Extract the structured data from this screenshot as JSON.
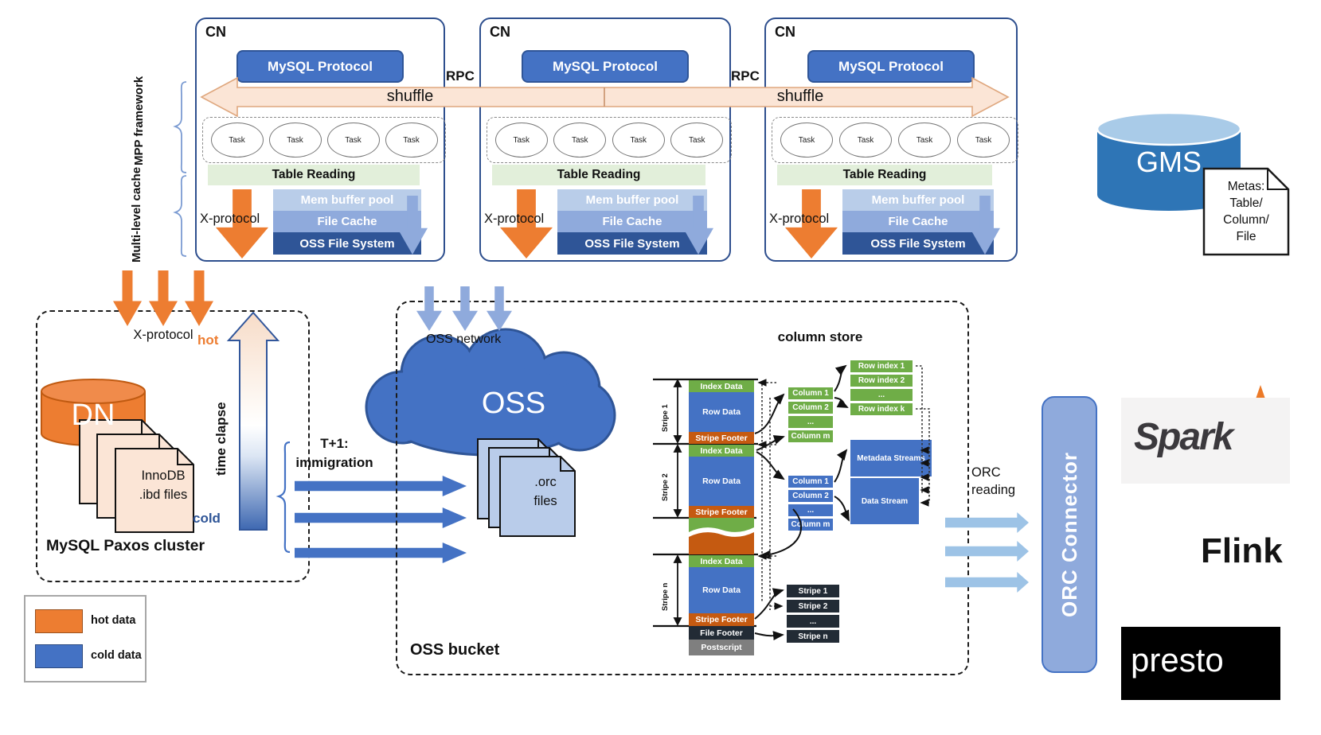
{
  "cn": {
    "title": "CN",
    "protocol": "MySQL Protocol",
    "task": "Task",
    "table_reading": "Table Reading",
    "layers": [
      "Mem buffer pool",
      "File Cache",
      "OSS File System"
    ],
    "x_protocol": "X-protocol"
  },
  "labels": {
    "shuffle": "shuffle",
    "rpc": "RPC",
    "mpp": "MPP framework",
    "cache": "Multi-level cache"
  },
  "gms": {
    "name": "GMS",
    "note1": "Metas:",
    "note2": "Table/",
    "note3": "Column/",
    "note4": "File"
  },
  "paxos": {
    "x_protocol": "X-protocol",
    "dn": "DN",
    "file1": "InnoDB",
    "file2": ".ibd files",
    "title": "MySQL Paxos cluster"
  },
  "time": {
    "hot": "hot",
    "cold": "cold",
    "axis": "time clapse"
  },
  "migration": {
    "l1": "T+1:",
    "l2": "immigration"
  },
  "oss": {
    "network": "OSS network",
    "cloud": "OSS",
    "file1": ".orc",
    "file2": "files",
    "bucket": "OSS bucket"
  },
  "cstore": {
    "title": "column store",
    "index": "Index Data",
    "row": "Row Data",
    "sfooter": "Stripe Footer",
    "s1": "Stripe 1",
    "s2": "Stripe 2",
    "sn": "Stripe n",
    "ffooter": "File Footer",
    "postscript": "Postscript",
    "gcols": [
      "Column 1",
      "Column 2",
      "...",
      "Column m"
    ],
    "bcols": [
      "Column 1",
      "Column 2",
      "...",
      "Column m"
    ],
    "ridx": [
      "Row index 1",
      "Row index 2",
      "...",
      "Row index k"
    ],
    "meta": "Metadata Streams",
    "dstream": "Data Stream",
    "slist": [
      "Stripe 1",
      "Stripe 2",
      "...",
      "Stripe n"
    ]
  },
  "orc": {
    "r1": "ORC",
    "r2": "reading",
    "connector": "ORC Connector"
  },
  "logos": {
    "spark": "Spark",
    "flink": "Flink",
    "presto": "presto"
  },
  "legend": {
    "hot": "hot data",
    "cold": "cold data"
  },
  "colors": {
    "hot": "#ED7D31",
    "cold": "#4472C4",
    "green": "#6FAD47",
    "stripe_footer": "#C55A11",
    "navy": "#222B35",
    "cache_dark": "#2F5597",
    "light_blue": "#8FAADC",
    "shuffle_fill": "#FBE5D6"
  }
}
